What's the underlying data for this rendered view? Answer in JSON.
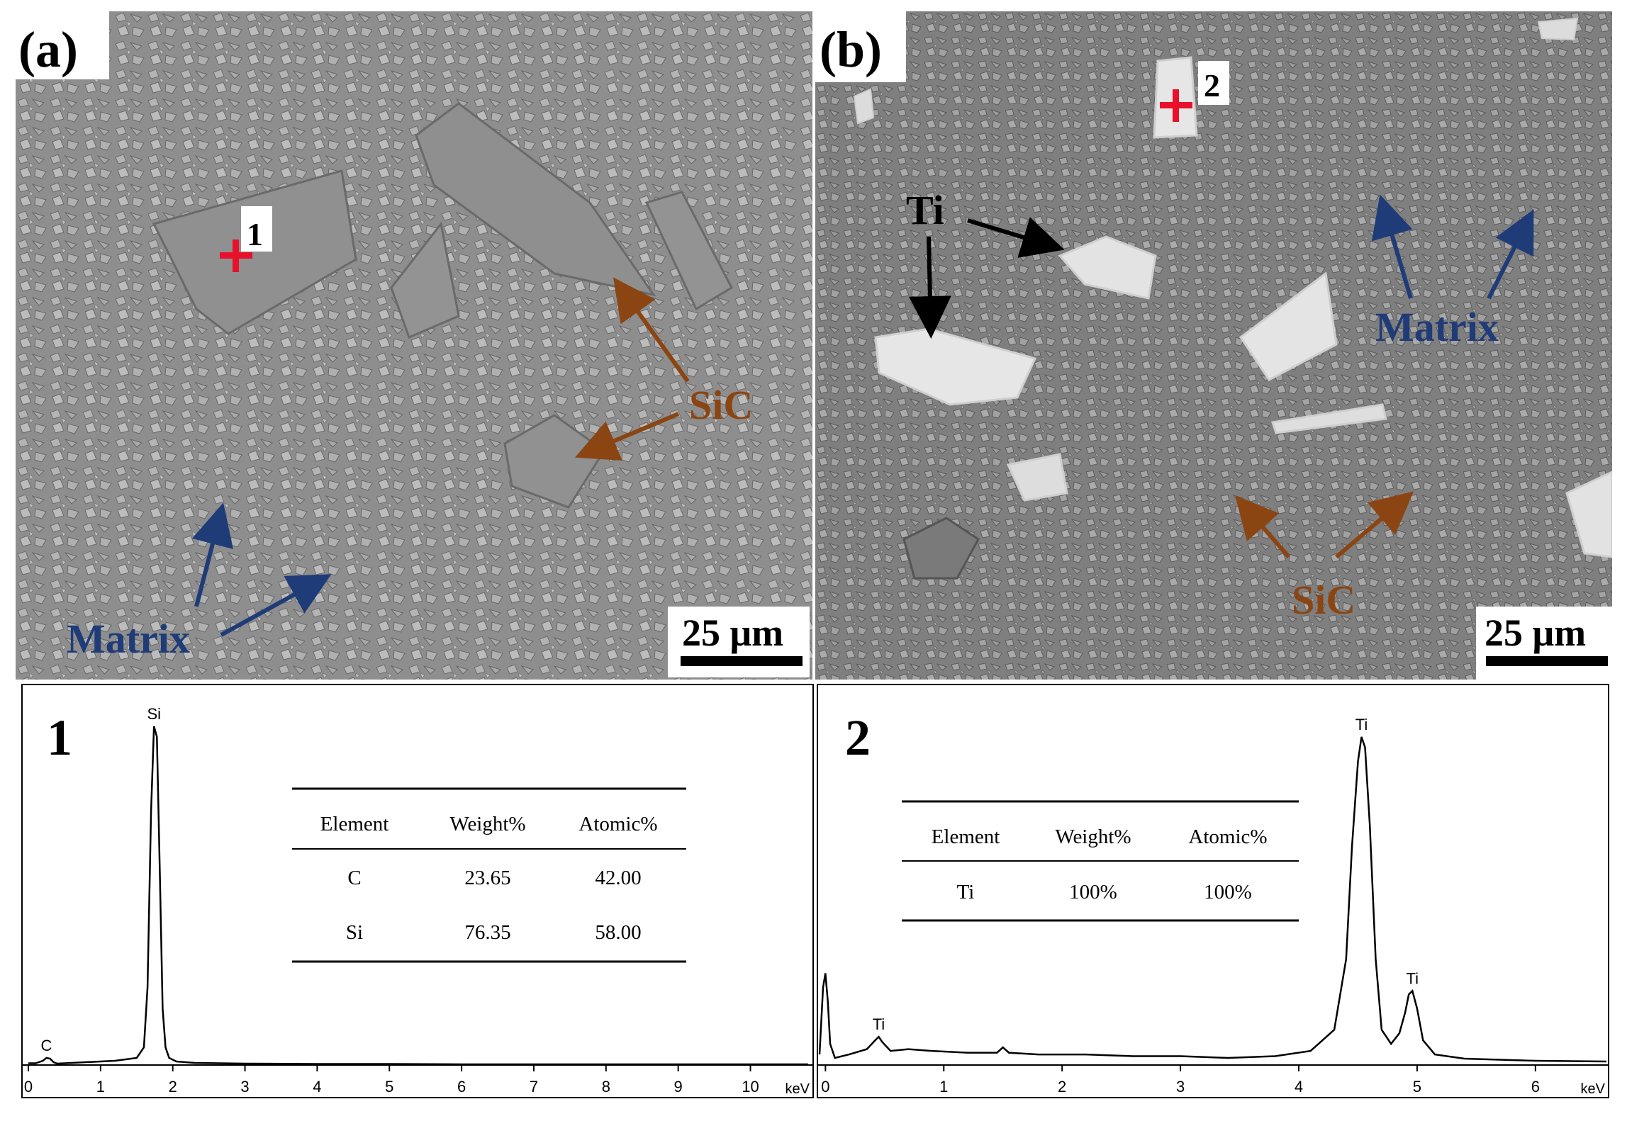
{
  "micrographs": [
    {
      "panel_label": "(a)",
      "point_label": "1",
      "phase_labels": {
        "sic": "SiC",
        "matrix": "Matrix"
      },
      "scale_bar": "25 μm",
      "colors": {
        "background": "#8e8e8e",
        "sic": "#8b4513",
        "matrix": "#1f3c78",
        "marker": "#e8102a"
      }
    },
    {
      "panel_label": "(b)",
      "point_label": "2",
      "phase_labels": {
        "ti": "Ti",
        "sic": "SiC",
        "matrix": "Matrix"
      },
      "scale_bar": "25 μm",
      "colors": {
        "background": "#7f7f7f",
        "ti": "#e6e6e6",
        "sic": "#8b4513",
        "matrix": "#1f3c78",
        "marker": "#e8102a"
      }
    }
  ],
  "chart_data": [
    {
      "type": "line",
      "panel_label": "1",
      "xlabel": "keV",
      "xlim": [
        0,
        10.8
      ],
      "xticks": [
        "0",
        "1",
        "2",
        "3",
        "4",
        "5",
        "6",
        "7",
        "8",
        "9",
        "10"
      ],
      "ylim": [
        0,
        1
      ],
      "x": [
        0,
        0.1,
        0.2,
        0.25,
        0.3,
        0.35,
        0.4,
        0.6,
        0.9,
        1.2,
        1.5,
        1.6,
        1.65,
        1.7,
        1.74,
        1.78,
        1.82,
        1.86,
        1.9,
        1.95,
        2.05,
        2.3,
        3,
        4,
        5,
        6,
        7,
        8,
        9,
        10,
        10.8
      ],
      "y": [
        0.005,
        0.005,
        0.012,
        0.02,
        0.018,
        0.008,
        0.004,
        0.006,
        0.009,
        0.012,
        0.02,
        0.05,
        0.22,
        0.72,
        0.96,
        0.93,
        0.55,
        0.16,
        0.05,
        0.02,
        0.01,
        0.006,
        0.004,
        0.003,
        0.003,
        0.002,
        0.002,
        0.002,
        0.002,
        0.002,
        0.002
      ],
      "peak_labels": [
        {
          "text": "C",
          "x": 0.25
        },
        {
          "text": "Si",
          "x": 1.74
        }
      ],
      "table": {
        "headers": [
          "Element",
          "Weight%",
          "Atomic%"
        ],
        "rows": [
          [
            "C",
            "23.65",
            "42.00"
          ],
          [
            "Si",
            "76.35",
            "58.00"
          ]
        ]
      }
    },
    {
      "type": "line",
      "panel_label": "2",
      "xlabel": "keV",
      "xlim": [
        -0.05,
        6.6
      ],
      "xticks": [
        "0",
        "1",
        "2",
        "3",
        "4",
        "5",
        "6"
      ],
      "ylim": [
        0,
        1
      ],
      "x": [
        -0.05,
        -0.02,
        0,
        0.02,
        0.04,
        0.08,
        0.2,
        0.35,
        0.42,
        0.45,
        0.48,
        0.55,
        0.7,
        0.9,
        1.2,
        1.45,
        1.5,
        1.55,
        1.8,
        2.2,
        2.6,
        3.0,
        3.4,
        3.8,
        4.1,
        4.3,
        4.4,
        4.45,
        4.5,
        4.53,
        4.56,
        4.6,
        4.65,
        4.7,
        4.78,
        4.85,
        4.9,
        4.93,
        4.96,
        5.0,
        5.05,
        5.15,
        5.4,
        6.0,
        6.6
      ],
      "y": [
        0.03,
        0.22,
        0.26,
        0.18,
        0.06,
        0.02,
        0.03,
        0.045,
        0.07,
        0.08,
        0.065,
        0.04,
        0.045,
        0.04,
        0.035,
        0.035,
        0.05,
        0.035,
        0.03,
        0.03,
        0.025,
        0.025,
        0.02,
        0.025,
        0.04,
        0.1,
        0.3,
        0.62,
        0.86,
        0.93,
        0.9,
        0.68,
        0.3,
        0.1,
        0.06,
        0.09,
        0.15,
        0.2,
        0.21,
        0.16,
        0.07,
        0.03,
        0.018,
        0.012,
        0.01
      ],
      "peak_labels": [
        {
          "text": "Ti",
          "x": 0.45
        },
        {
          "text": "Ti",
          "x": 4.53
        },
        {
          "text": "Ti",
          "x": 4.96
        }
      ],
      "table": {
        "headers": [
          "Element",
          "Weight%",
          "Atomic%"
        ],
        "rows": [
          [
            "Ti",
            "100%",
            "100%"
          ]
        ]
      }
    }
  ]
}
